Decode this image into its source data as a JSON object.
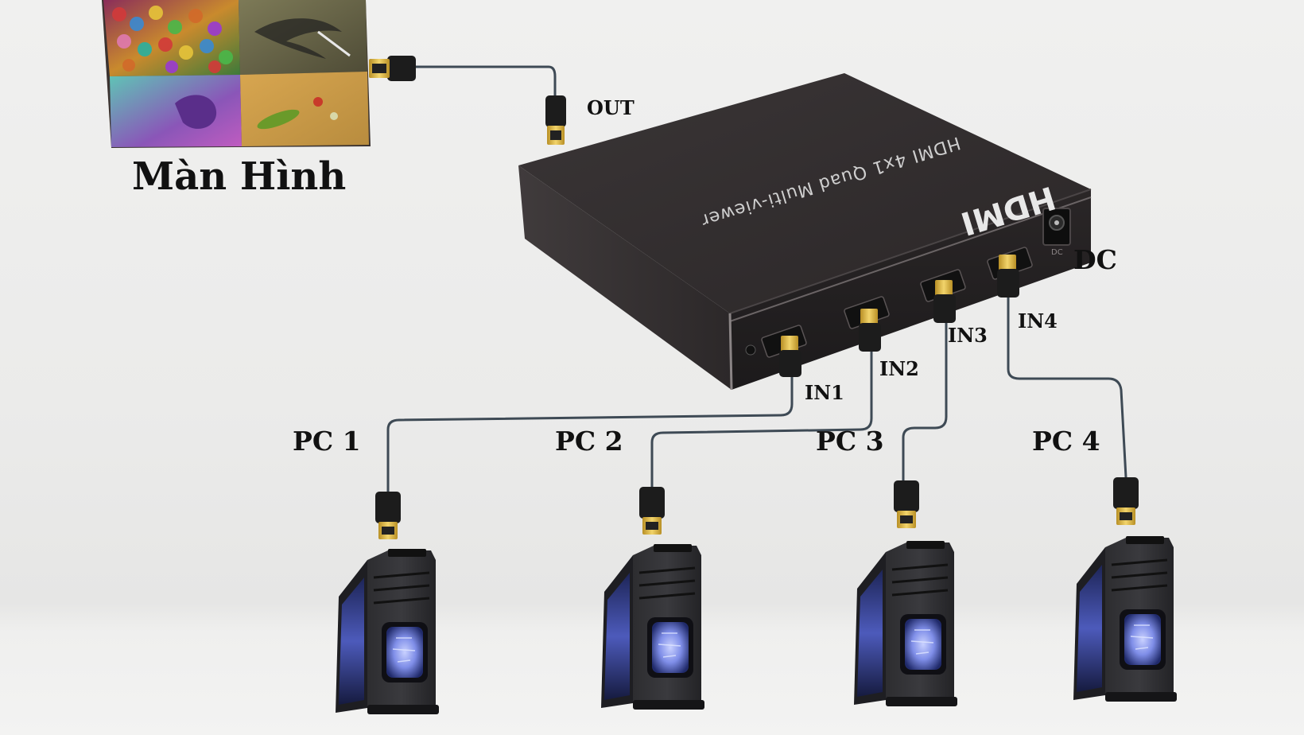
{
  "monitor": {
    "label": "Màn Hình"
  },
  "device": {
    "model_text": "HDMI 4x1 Quad Multi-viewer",
    "logo_text": "HDMI",
    "dc_port_text": "DC"
  },
  "ports": {
    "out": "OUT",
    "dc": "DC",
    "in1": "IN1",
    "in2": "IN2",
    "in3": "IN3",
    "in4": "IN4"
  },
  "pcs": [
    "PC 1",
    "PC 2",
    "PC 3",
    "PC 4"
  ],
  "colors": {
    "cable": "#3e4a55",
    "device_body": "#2a2627",
    "connector": "#d8b341",
    "case_glow": "#7f8ee8"
  }
}
